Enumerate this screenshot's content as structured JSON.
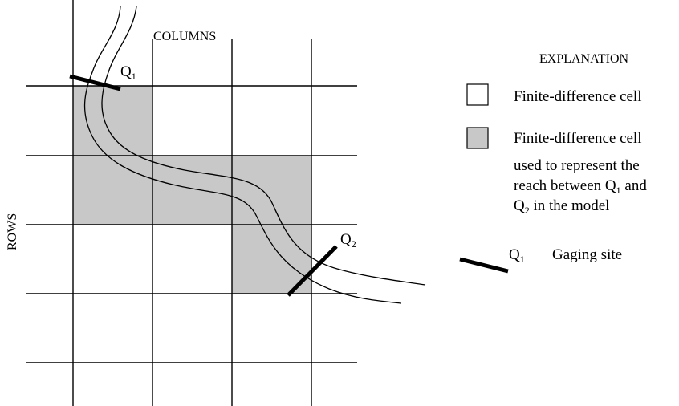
{
  "labels": {
    "columns": "COLUMNS",
    "rows": "ROWS",
    "gage_q1_main": "Q",
    "gage_q1_sub": "1",
    "gage_q2_main": "Q",
    "gage_q2_sub": "2"
  },
  "legend": {
    "title": "EXPLANATION",
    "items": [
      {
        "text_lines": [
          "Finite-difference cell"
        ],
        "swatch": "white"
      },
      {
        "text_lines": [
          "Finite-difference cell",
          "used to represent the",
          "reach between Q",
          "1",
          " and",
          "Q",
          "2",
          " in the model"
        ],
        "swatch": "gray"
      },
      {
        "symbol_main": "Q",
        "symbol_sub": "1",
        "text": "Gaging site"
      }
    ]
  },
  "colors": {
    "shaded_cell": "#c8c8c8",
    "line": "#000000",
    "background": "#ffffff"
  }
}
